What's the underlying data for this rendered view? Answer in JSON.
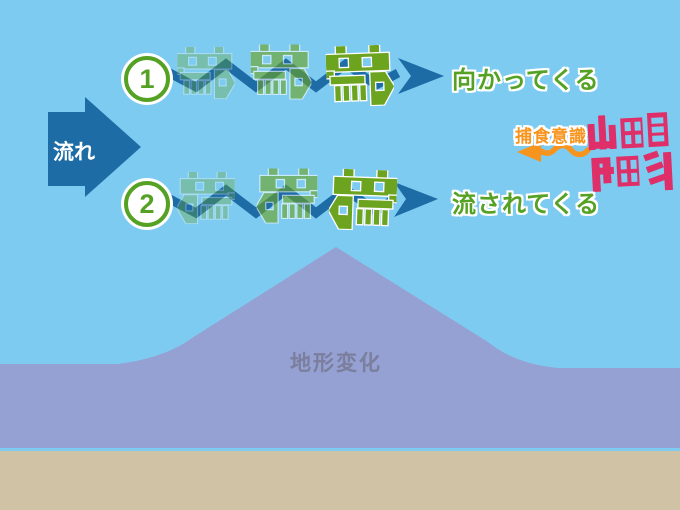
{
  "colors": {
    "bg": "#7ECBF1",
    "flow-blue": "#1D6CA5",
    "green": "#6CA41F",
    "green-text": "#55A124",
    "orange": "#F7941E",
    "pink": "#DE2F68",
    "mountain": "#95A1D3",
    "sand": "#D0C2A5",
    "terrain-text": "#7B7E9C"
  },
  "flow": {
    "label": "流れ"
  },
  "rows": [
    {
      "number": "1",
      "label": "向かってくる",
      "icon": "baitfish-icon",
      "facing": "right"
    },
    {
      "number": "2",
      "label": "流されてくる",
      "icon": "baitfish-icon",
      "facing": "left"
    }
  ],
  "predator": {
    "label": "捕食意識",
    "icon": "seabass-icon"
  },
  "terrain": {
    "label": "地形変化"
  }
}
